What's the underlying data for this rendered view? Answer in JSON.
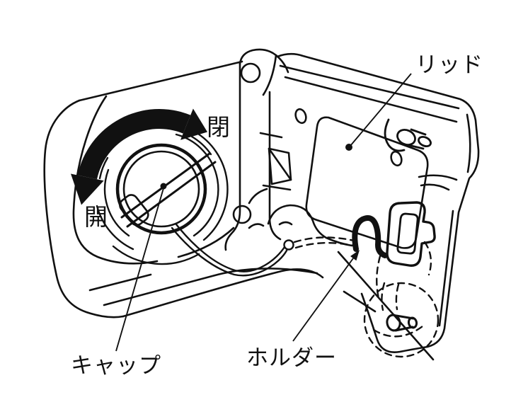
{
  "diagram": {
    "kind": "owners-manual-line-illustration",
    "subject": "fuel-filler-lid-cap-and-holder",
    "background_color": "#ffffff",
    "line_color": "#111111",
    "labels": {
      "lid": "リッド",
      "cap": "キャップ",
      "holder": "ホルダー",
      "close": "閉",
      "open": "開"
    },
    "icons": {
      "rotation_arrow": "curved-double-headed-arrow"
    }
  }
}
